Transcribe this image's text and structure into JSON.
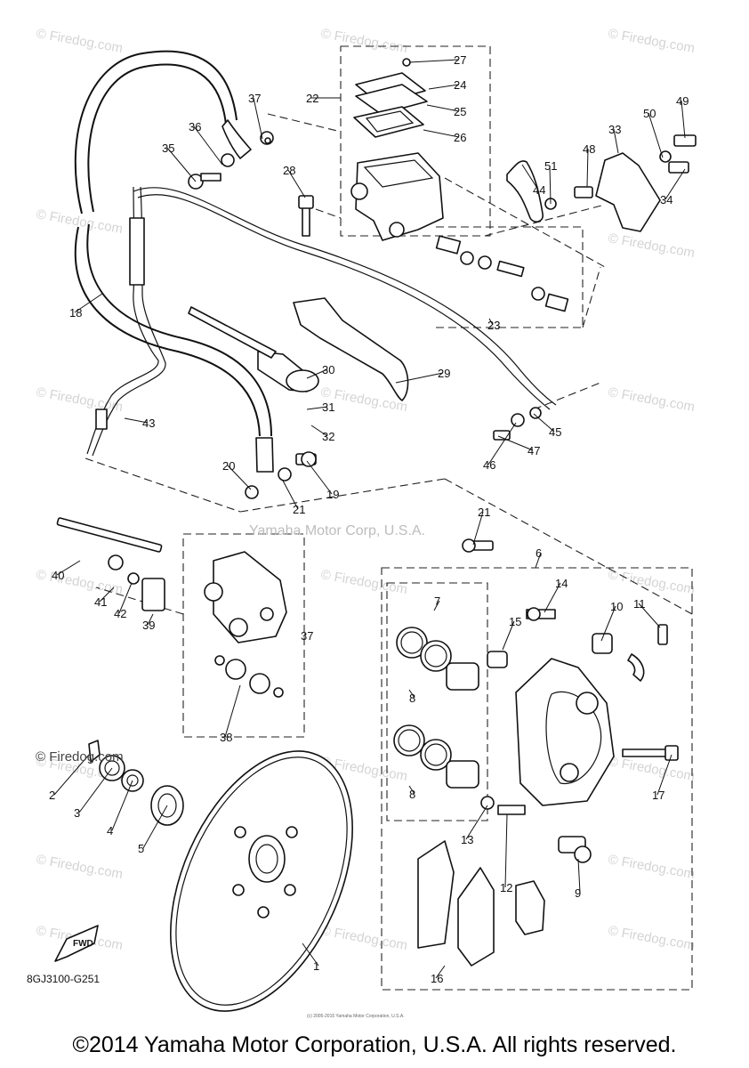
{
  "diagram": {
    "part_numbers": [
      "1",
      "2",
      "3",
      "4",
      "5",
      "6",
      "7",
      "8",
      "8",
      "9",
      "10",
      "11",
      "12",
      "13",
      "14",
      "15",
      "16",
      "17",
      "18",
      "19",
      "20",
      "21",
      "21",
      "22",
      "23",
      "24",
      "25",
      "26",
      "27",
      "28",
      "29",
      "30",
      "31",
      "32",
      "33",
      "34",
      "35",
      "36",
      "37",
      "37",
      "38",
      "39",
      "40",
      "41",
      "42",
      "43",
      "44",
      "45",
      "46",
      "47",
      "48",
      "49",
      "50",
      "51",
      "51"
    ],
    "drawing_code": "8GJ3100-G251",
    "fwd_label": "FWD",
    "center_watermark": "Yamaha Motor Corp, U.S.A.",
    "watermarks": [
      "© Firedog.com",
      "© Firedog.com",
      "© Firedog.com",
      "© Firedog.com",
      "© Firedog.com",
      "© Firedog.com",
      "© Firedog.com",
      "© Firedog.com",
      "© Firedog.com",
      "© Firedog.com",
      "© Firedog.com",
      "© Firedog.com",
      "© Firedog.com",
      "© Firedog.com",
      "© Firedog.com",
      "© Firedog.com",
      "© Firedog.com",
      "© Firedog.com",
      "© Firedog.com"
    ],
    "corner_watermark": "© Firedog.com",
    "fine_print": "(c) 2005-2015 Yamaha Motor Corporation, U.S.A.",
    "colors": {
      "line": "#111111",
      "watermark": "#d4d4d4",
      "background": "#ffffff"
    }
  },
  "footer": {
    "copyright": "©2014 Yamaha Motor Corporation, U.S.A. All rights reserved."
  }
}
